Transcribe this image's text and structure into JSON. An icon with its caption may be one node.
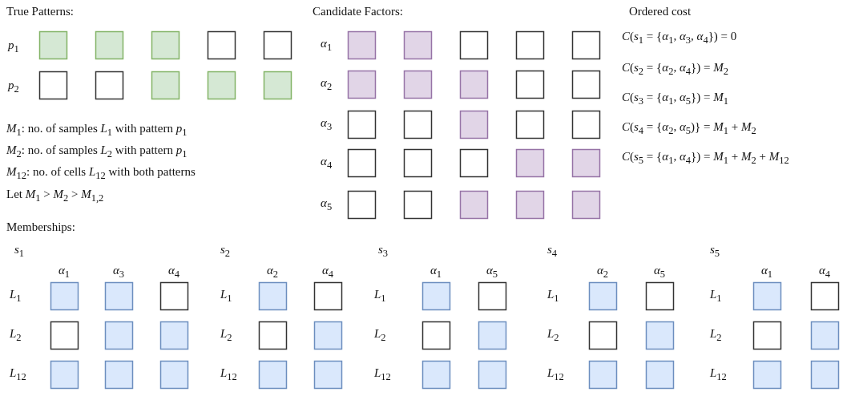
{
  "diagram": {
    "labels": [
      "True Patterns:",
      "*p*$_{1}$",
      "*p*$_{2}$",
      "*M*$_{1}$: no. of samples *L*$_{1}$ with pattern *p*$_{1}$",
      "*M*$_{2}$: no. of samples *L*$_{2}$ with pattern *p*$_{1}$",
      "*M*$_{12}$: no. of cells *L*$_{12}$ with both patterns",
      "Let *M*$_{1}$ > *M*$_{2}$ > *M*$_{1,2}$",
      "Candidate Factors:",
      "*α*$_{1}$",
      "*α*$_{2}$",
      "*α*$_{3}$",
      "*α*$_{4}$",
      "*α*$_{5}$",
      "Ordered cost",
      "*C*(*s*$_{1}$ = {*α*$_{1}$, *α*$_{3}$, *α*$_{4}$}) = 0",
      "*C*(*s*$_{2}$ = {*α*$_{2}$, *α*$_{4}$}) = *M*$_{2}$",
      "*C*(*s*$_{3}$ = {*α*$_{1}$, *α*$_{5}$}) = *M*$_{1}$",
      "*C*(*s*$_{4}$ = {*α*$_{2}$, *α*$_{5}$)} = *M*$_{1}$ + *M*$_{2}$",
      "*C*(*s*$_{5}$ = {*α*$_{1}$, *α*$_{4}$}) = *M*$_{1}$ + *M*$_{2}$ + *M*$_{12}$",
      "Memberships:",
      "*s*$_{1}$",
      "*α*$_{1}$",
      "*α*$_{3}$",
      "*α*$_{4}$",
      "*L*$_{1}$",
      "*L*$_{2}$",
      "*L*$_{12}$",
      "*s*$_{2}$",
      "*α*$_{2}$",
      "*α*$_{4}$",
      "*L*$_{1}$",
      "*L*$_{2}$",
      "*L*$_{12}$",
      "*s*$_{3}$",
      "*α*$_{1}$",
      "*α*$_{5}$",
      "*L*$_{1}$",
      "*L*$_{2}$",
      "*L*$_{12}$",
      "*s*$_{4}$",
      "*α*$_{2}$",
      "*α*$_{5}$",
      "*L*$_{1}$",
      "*L*$_{2}$",
      "*L*$_{12}$",
      "*s*$_{5}$",
      "*α*$_{1}$",
      "*α*$_{4}$",
      "*L*$_{1}$",
      "*L*$_{2}$",
      "*L*$_{12}$"
    ]
  }
}
